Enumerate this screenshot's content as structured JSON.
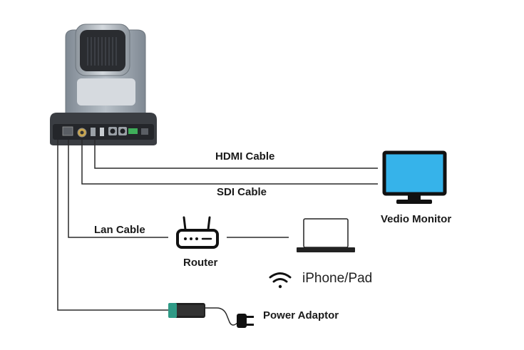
{
  "labels": {
    "hdmi": "HDMI Cable",
    "sdi": "SDI Cable",
    "lan": "Lan Cable",
    "router": "Router",
    "monitor": "Vedio Monitor",
    "iphone": "iPhone/Pad",
    "power": "Power Adaptor"
  },
  "colors": {
    "cable": "#2a2a2a",
    "monitor_screen": "#36b3ea",
    "camera_body": "#9ea7b1",
    "camera_base": "#3a3d42",
    "adaptor_accent": "#2f9a86"
  },
  "icons": {
    "camera": "ptz-camera-icon",
    "monitor": "monitor-icon",
    "router": "router-icon",
    "laptop": "laptop-icon",
    "wifi": "wifi-icon",
    "adaptor": "power-adaptor-icon",
    "plug": "plug-icon"
  }
}
